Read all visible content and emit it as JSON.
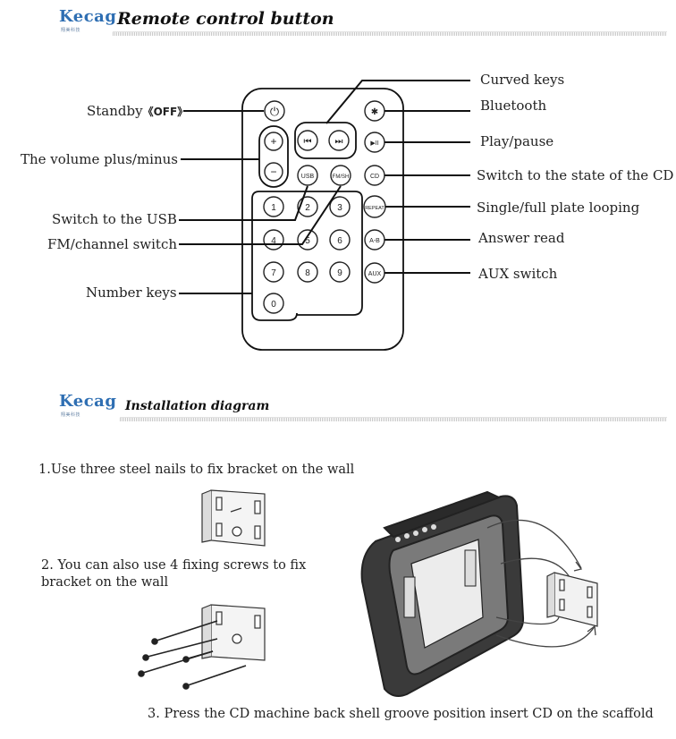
{
  "brand": {
    "name": "Kecag",
    "tagline": "翔美科技"
  },
  "remote_section": {
    "title": "Remote control button",
    "labels": {
      "standby": "Standby",
      "off_badge": "《OFF》",
      "volume": "The volume plus/minus",
      "usb_switch": "Switch to the USB",
      "fm_switch": "FM/channel switch",
      "number_keys": "Number keys",
      "curved_keys": "Curved keys",
      "bluetooth": "Bluetooth",
      "play_pause": "Play/pause",
      "cd_switch": "Switch to the state of the CD",
      "looping": "Single/full plate looping",
      "answer_read": "Answer read",
      "aux": "AUX switch"
    },
    "remote_buttons": {
      "power": "⏻",
      "bluetooth": "✱",
      "prev": "⏮",
      "next": "⏭",
      "play": "▶II",
      "vol_plus": "+",
      "vol_minus": "−",
      "usb": "USB",
      "fm": "FM/SH",
      "cd": "CD",
      "repeat": "REPEAT",
      "ab": "A-B",
      "aux": "AUX",
      "digits": [
        "1",
        "2",
        "3",
        "4",
        "5",
        "6",
        "7",
        "8",
        "9",
        "0"
      ]
    }
  },
  "install_section": {
    "title": "Installation diagram",
    "step1": "1.Use three steel nails to fix bracket on the wall",
    "step2": "2. You can also use 4 fixing screws to fix bracket on the wall",
    "step3": "3. Press the CD machine back shell groove position insert CD on the scaffold"
  }
}
